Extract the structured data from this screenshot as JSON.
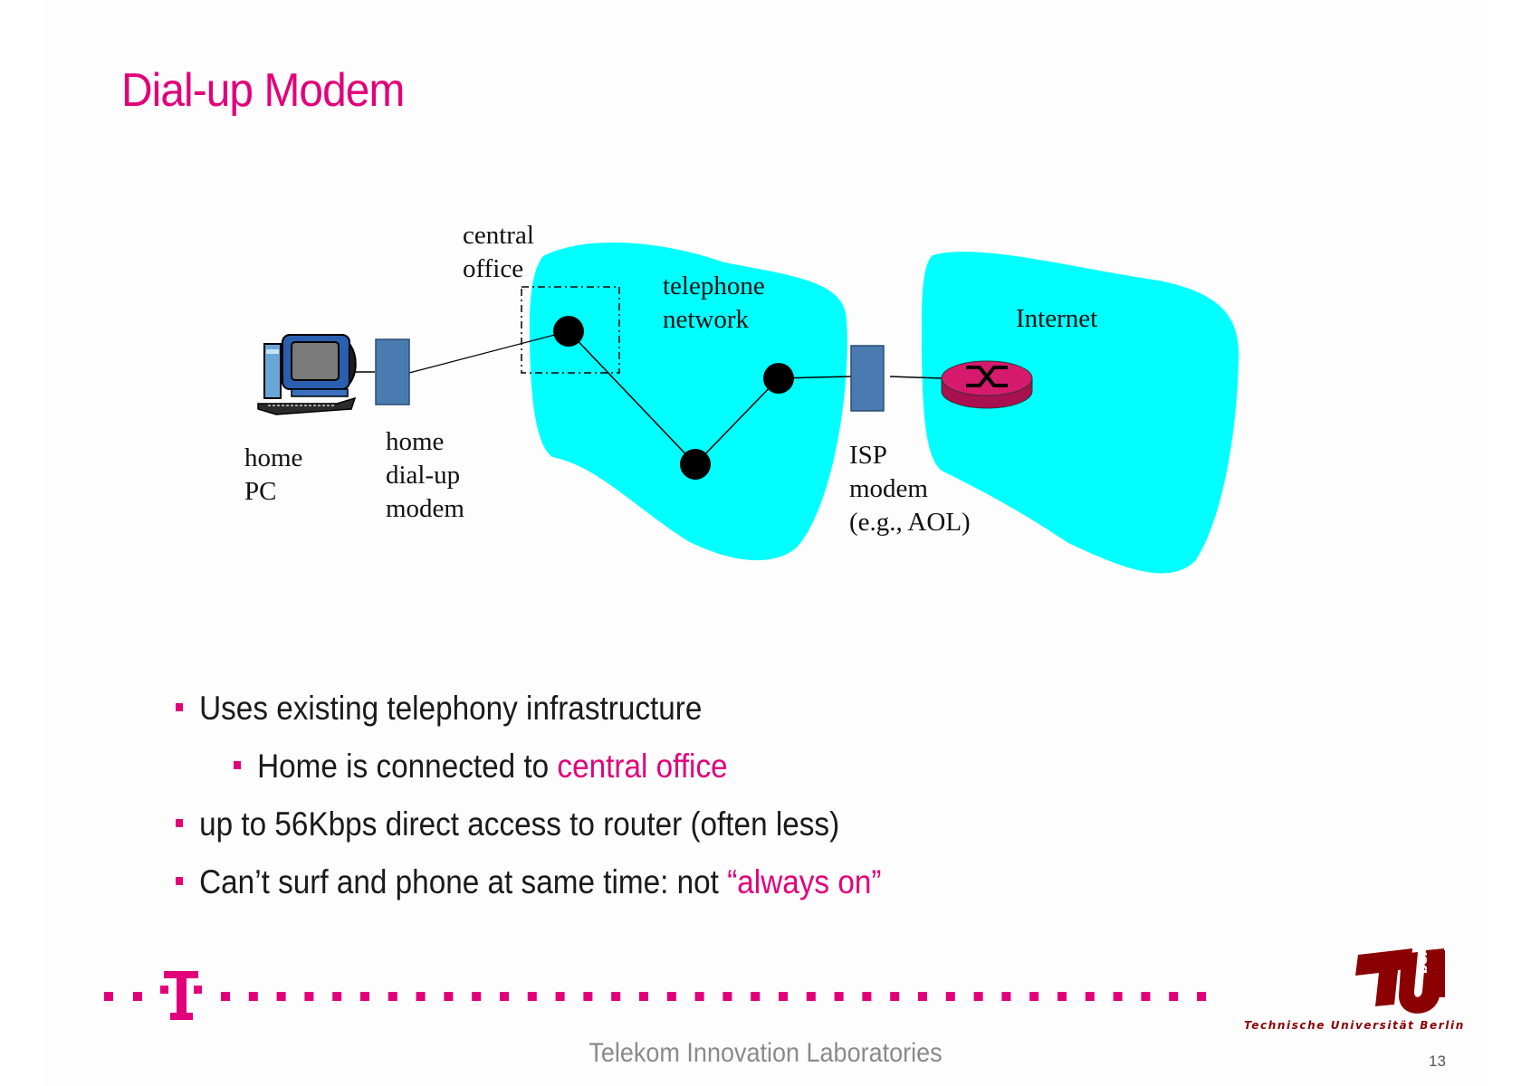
{
  "slide": {
    "title": "Dial-up Modem",
    "page_number": "13",
    "footer_text": "Telekom Innovation Laboratories",
    "accent_color": "#e2007a"
  },
  "diagram": {
    "labels": {
      "central_office": "central\noffice",
      "telephone_network": "telephone\nnetwork",
      "internet": "Internet",
      "home_pc": "home\nPC",
      "home_modem": "home\ndial-up\nmodem",
      "isp_modem": "ISP\nmodem\n(e.g., AOL)"
    },
    "colors": {
      "cloud": "#00ffff",
      "modem": "#4a7bb0",
      "router": "#d61a6e"
    },
    "icons": [
      "computer-icon",
      "modem-icon",
      "switch-node-icon",
      "router-icon"
    ]
  },
  "bullets": [
    {
      "level": 1,
      "text": "Uses existing telephony infrastructure",
      "highlight": ""
    },
    {
      "level": 2,
      "text": "Home is connected to ",
      "highlight": "central office"
    },
    {
      "level": 1,
      "text": "up to 56Kbps direct access to router (often less)",
      "highlight": ""
    },
    {
      "level": 1,
      "text": "Can’t surf and phone at same time: not ",
      "highlight": "“always on”"
    }
  ],
  "logos": {
    "telekom": "T",
    "tu_caption": "Technische Universität Berlin",
    "tu_vertical": "berlin"
  }
}
